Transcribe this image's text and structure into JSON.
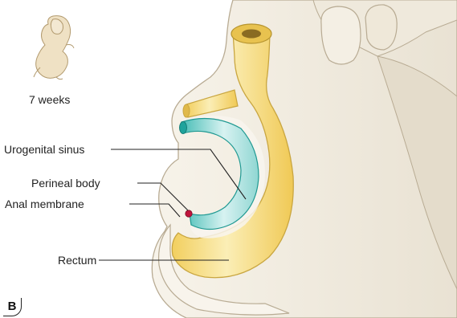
{
  "labels": {
    "age": "7 weeks",
    "urogenital_sinus": "Urogenital sinus",
    "perineal_body": "Perineal body",
    "anal_membrane": "Anal membrane",
    "rectum": "Rectum"
  },
  "panel_letter": "B",
  "colors": {
    "background": "#ffffff",
    "embryo_tissue": "#f3efe6",
    "embryo_outline": "#b8ab93",
    "gut_yellow": "#f6d97a",
    "gut_yellow_light": "#fbeeb6",
    "sinus_teal": "#2fb3ac",
    "sinus_light": "#cdeeed",
    "membrane_marker": "#c0143c",
    "leader_line": "#222222"
  }
}
